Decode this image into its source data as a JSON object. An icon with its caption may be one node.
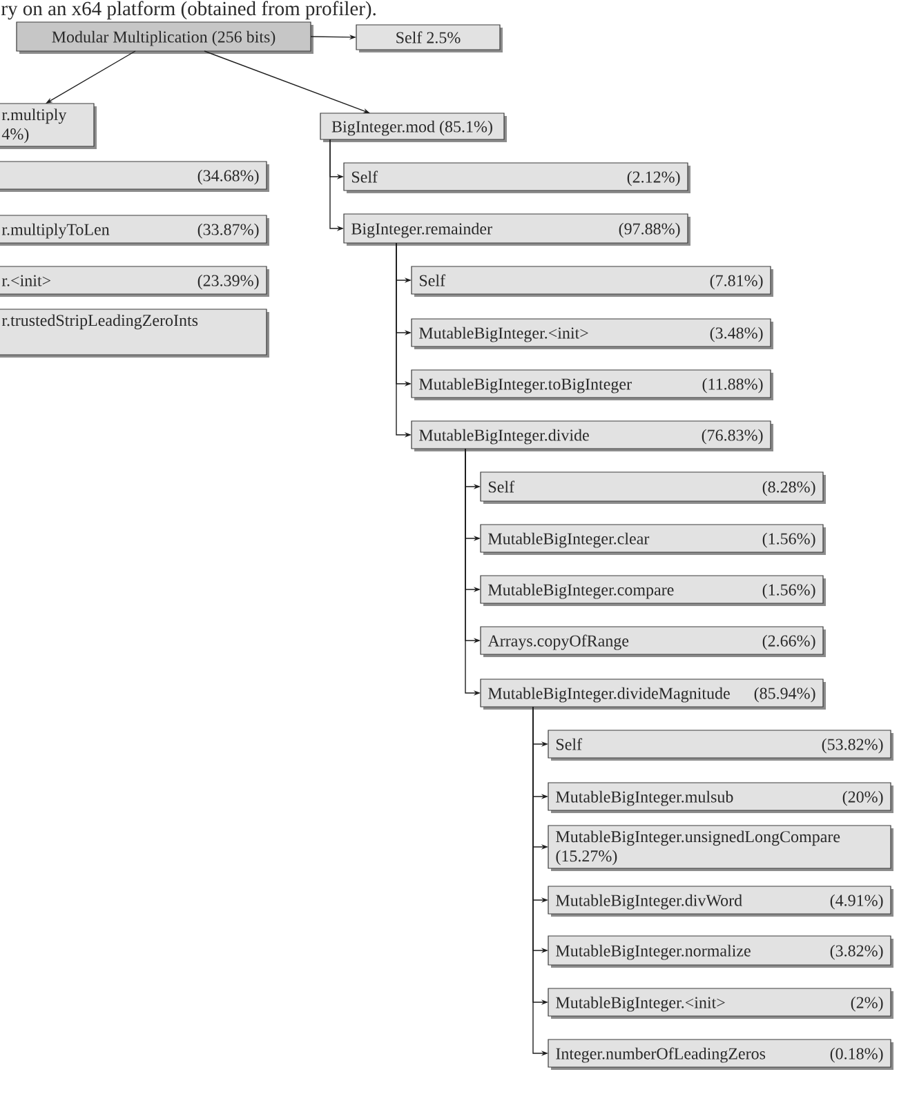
{
  "diagram": {
    "caption": "ry on an x64 platform (obtained from profiler).",
    "nodes": [
      {
        "text": [
          "Modular Multiplication (256 bits)"
        ]
      },
      {
        "text": [
          "Self 2.5%"
        ]
      },
      {
        "text": [
          "r.multiply 4%)"
        ]
      },
      {
        "text": [
          "(34.68%)"
        ]
      },
      {
        "text": [
          "r.multiplyToLen",
          "(33.87%)"
        ]
      },
      {
        "text": [
          "r.<init>",
          "(23.39%)"
        ]
      },
      {
        "text": [
          "r.trustedStripLeadingZeroInts"
        ]
      },
      {
        "text": [
          "BigInteger.mod (85.1%)"
        ]
      },
      {
        "text": [
          "Self",
          "(2.12%)"
        ]
      },
      {
        "text": [
          "BigInteger.remainder",
          "(97.88%)"
        ]
      },
      {
        "text": [
          "Self",
          "(7.81%)"
        ]
      },
      {
        "text": [
          "MutableBigInteger.<init>",
          "(3.48%)"
        ]
      },
      {
        "text": [
          "MutableBigInteger.toBigInteger",
          "(11.88%)"
        ]
      },
      {
        "text": [
          "MutableBigInteger.divide",
          "(76.83%)"
        ]
      },
      {
        "text": [
          "Self",
          "(8.28%)"
        ]
      },
      {
        "text": [
          "MutableBigInteger.clear",
          "(1.56%)"
        ]
      },
      {
        "text": [
          "MutableBigInteger.compare",
          "(1.56%)"
        ]
      },
      {
        "text": [
          "Arrays.copyOfRange",
          "(2.66%)"
        ]
      },
      {
        "text": [
          "MutableBigInteger.divideMagnitude",
          "(85.94%)"
        ]
      },
      {
        "text": [
          "Self",
          "(53.82%)"
        ]
      },
      {
        "text": [
          "MutableBigInteger.mulsub",
          "(20%)"
        ]
      },
      {
        "text": [
          "MutableBigInteger.unsignedLongCompare (15.27%)"
        ]
      },
      {
        "text": [
          "MutableBigInteger.divWord",
          "(4.91%)"
        ]
      },
      {
        "text": [
          "MutableBigInteger.normalize",
          "(3.82%)"
        ]
      },
      {
        "text": [
          "MutableBigInteger.<init>",
          "(2%)"
        ]
      },
      {
        "text": [
          "Integer.numberOfLeadingZeros",
          "(0.18%)"
        ]
      }
    ],
    "edges": [
      {
        "from": 0,
        "to": 1,
        "arrow": "to"
      },
      {
        "from": 0,
        "to": 2,
        "arrow": "to"
      },
      {
        "from": 0,
        "to": 7,
        "arrow": "to"
      },
      {
        "from": 7,
        "to": 8,
        "arrow": "to"
      },
      {
        "from": 7,
        "to": 9,
        "arrow": "to"
      },
      {
        "from": 9,
        "to": 10,
        "arrow": "to"
      },
      {
        "from": 9,
        "to": 11,
        "arrow": "to"
      },
      {
        "from": 9,
        "to": 12,
        "arrow": "to"
      },
      {
        "from": 9,
        "to": 13,
        "arrow": "to"
      },
      {
        "from": 13,
        "to": 14,
        "arrow": "to"
      },
      {
        "from": 13,
        "to": 15,
        "arrow": "to"
      },
      {
        "from": 13,
        "to": 16,
        "arrow": "to"
      },
      {
        "from": 13,
        "to": 17,
        "arrow": "to"
      },
      {
        "from": 13,
        "to": 18,
        "arrow": "to"
      },
      {
        "from": 18,
        "to": 19,
        "arrow": "to"
      },
      {
        "from": 18,
        "to": 20,
        "arrow": "to"
      },
      {
        "from": 18,
        "to": 21,
        "arrow": "to"
      },
      {
        "from": 18,
        "to": 22,
        "arrow": "to"
      },
      {
        "from": 18,
        "to": 23,
        "arrow": "to"
      },
      {
        "from": 18,
        "to": 24,
        "arrow": "to"
      },
      {
        "from": 18,
        "to": 25,
        "arrow": "to"
      }
    ]
  }
}
